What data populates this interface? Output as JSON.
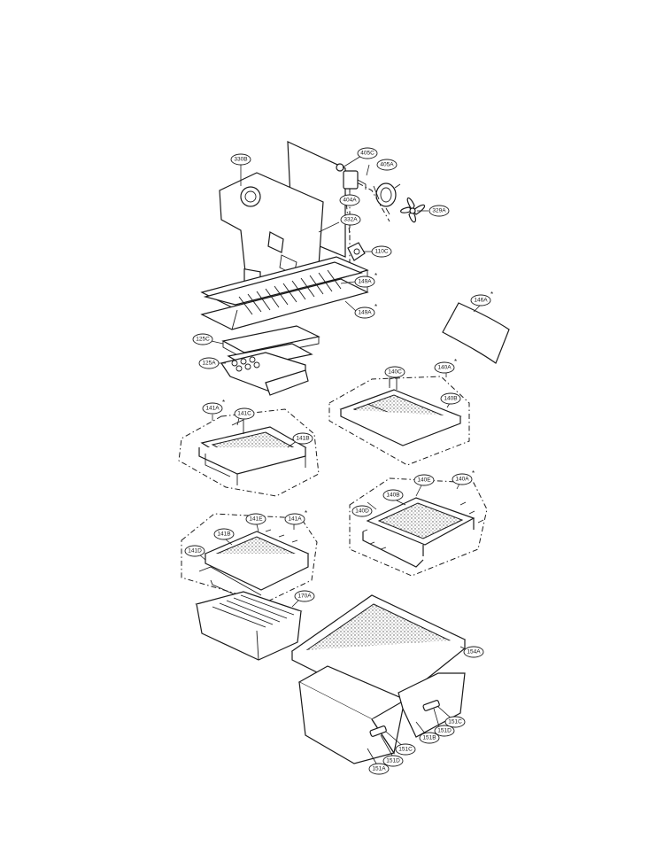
{
  "callouts": {
    "c330B": "330B",
    "c405C": "405C",
    "c405A": "405A",
    "c404A": "404A",
    "c329A": "329A",
    "c332A": "332A",
    "c110C": "110C",
    "c149Aa": "149A",
    "c149Ab": "149A",
    "c146A": "146A",
    "c125C": "125C",
    "c125A": "125A",
    "c140C": "140C",
    "c140A": "140A",
    "c140B": "140B",
    "c141A": "141A",
    "c141C": "141C",
    "c141B": "141B",
    "c140E": "140E",
    "c140Ab": "140A",
    "c140D": "140D",
    "c140Bb": "140B",
    "c141Ab": "141A",
    "c141E": "141E",
    "c141Bb": "141B",
    "c141D": "141D",
    "c170A": "170A",
    "c154A": "154A",
    "c151C": "151C",
    "c151D": "151D",
    "c151B": "151B",
    "c151Cb": "151C",
    "c151Db": "151D",
    "c151A": "151A"
  },
  "asterisk": "*"
}
